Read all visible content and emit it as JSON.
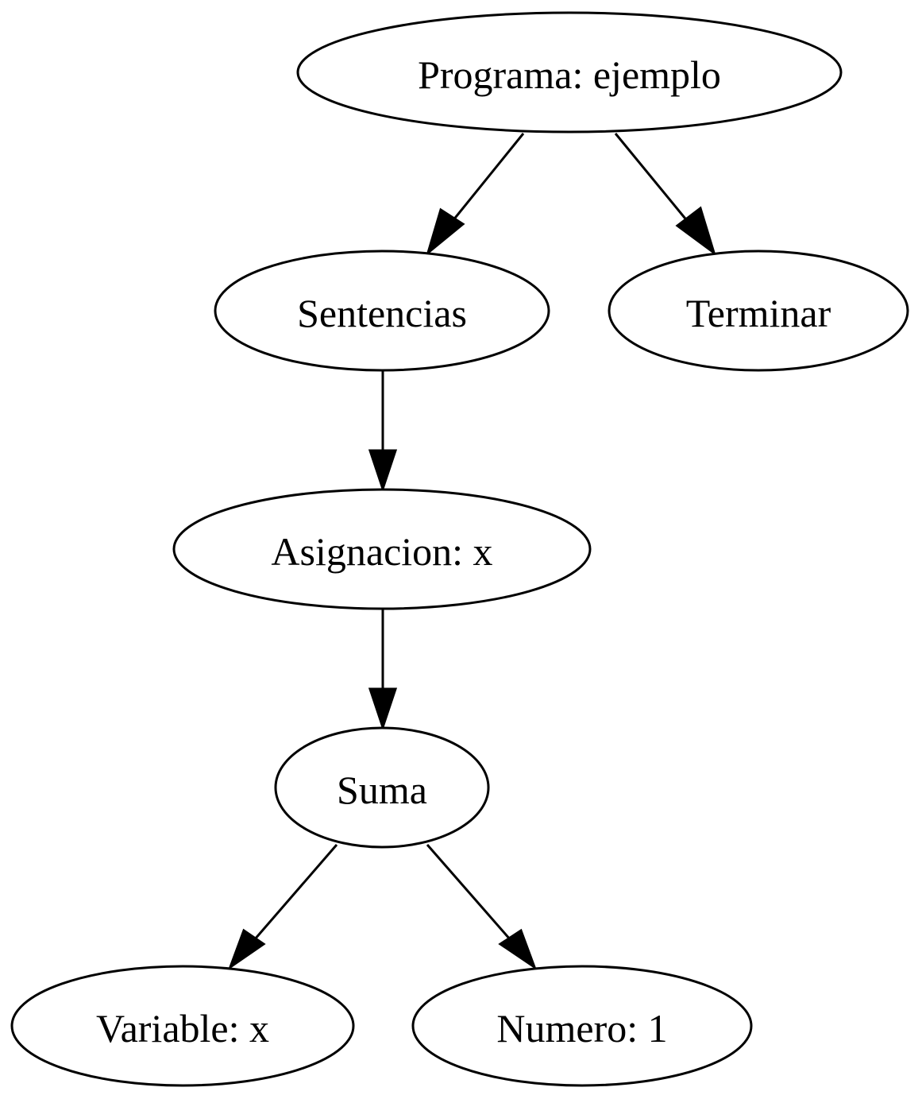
{
  "diagram": {
    "nodes": [
      {
        "id": "programa",
        "label": "Programa: ejemplo"
      },
      {
        "id": "sentencias",
        "label": "Sentencias"
      },
      {
        "id": "terminar",
        "label": "Terminar"
      },
      {
        "id": "asignacion",
        "label": "Asignacion: x"
      },
      {
        "id": "suma",
        "label": "Suma"
      },
      {
        "id": "variable",
        "label": "Variable: x"
      },
      {
        "id": "numero",
        "label": "Numero: 1"
      }
    ],
    "edges": [
      {
        "from": "programa",
        "to": "sentencias"
      },
      {
        "from": "programa",
        "to": "terminar"
      },
      {
        "from": "sentencias",
        "to": "asignacion"
      },
      {
        "from": "asignacion",
        "to": "suma"
      },
      {
        "from": "suma",
        "to": "variable"
      },
      {
        "from": "suma",
        "to": "numero"
      }
    ]
  }
}
